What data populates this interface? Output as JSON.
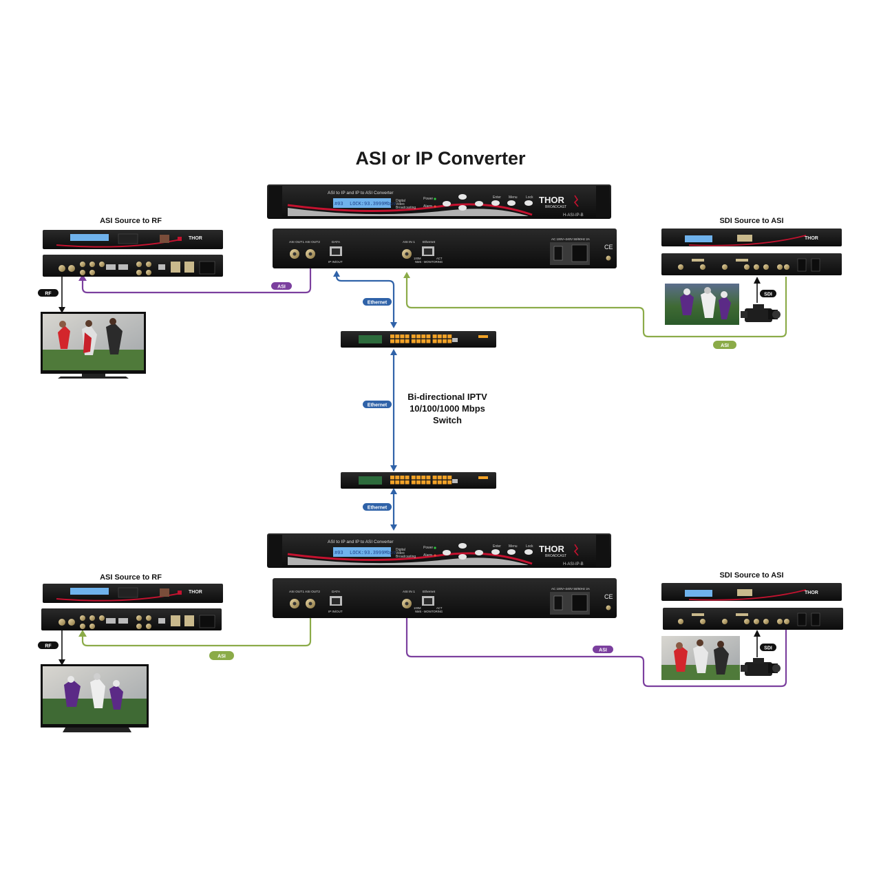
{
  "title": "ASI or IP Converter",
  "switch_description": [
    "Bi-directional IPTV",
    "10/100/1000 Mbps",
    "Switch"
  ],
  "captions": {
    "asi_source_rf_top": "ASI Source to RF",
    "sdi_source_asi_top": "SDI Source to ASI",
    "asi_source_rf_bottom": "ASI Source to RF",
    "sdi_source_asi_bottom": "SDI Source to ASI"
  },
  "converter_unit": {
    "front_title": "ASI to IP and IP to ASI Converter",
    "lcd_text": "LOCK:93.3999Mbps",
    "lcd_left": "#03",
    "menu_words": [
      "Digital",
      "Video",
      "Broadcasting"
    ],
    "power_label": "Power",
    "alarm_label": "Alarm",
    "buttons": [
      "Enter",
      "Menu",
      "Lock"
    ],
    "brand": "THOR",
    "brand_sub": "BROADCAST",
    "model": "H-ASI-IP-B",
    "rear_labels": {
      "asi_out1": "ASI OUT1",
      "asi_out2": "ASI OUT2",
      "data": "DATA",
      "ip_in_out": "IP IN/OUT",
      "asi_in1": "ASI IN 1",
      "ethernet": "Ethernet",
      "speed": "100M",
      "act": "ACT",
      "nms": "NMS - MONITORING",
      "power_spec": "AC 100V~240V 50/60Hz 2A",
      "ce": "CE"
    }
  },
  "tags": {
    "asi_top": "ASI",
    "rf_top": "RF",
    "ethernet_1": "Ethernet",
    "sdi_top": "SDI",
    "asi_right_top": "ASI",
    "ethernet_2": "Ethernet",
    "ethernet_3": "Ethernet",
    "rf_bottom": "RF",
    "asi_bottom_left": "ASI",
    "asi_bottom_right": "ASI",
    "sdi_bottom": "SDI"
  },
  "colors": {
    "asi_purple": "#7b3f9e",
    "asi_green": "#8bab48",
    "ethernet_blue": "#2f62a8",
    "rf_black": "#111111",
    "device_body": "#1c1c1c",
    "device_dark": "#0f0f0f",
    "lcd": "#6fb2ec",
    "port_orange": "#f2a227",
    "brand_red": "#c4122f"
  }
}
